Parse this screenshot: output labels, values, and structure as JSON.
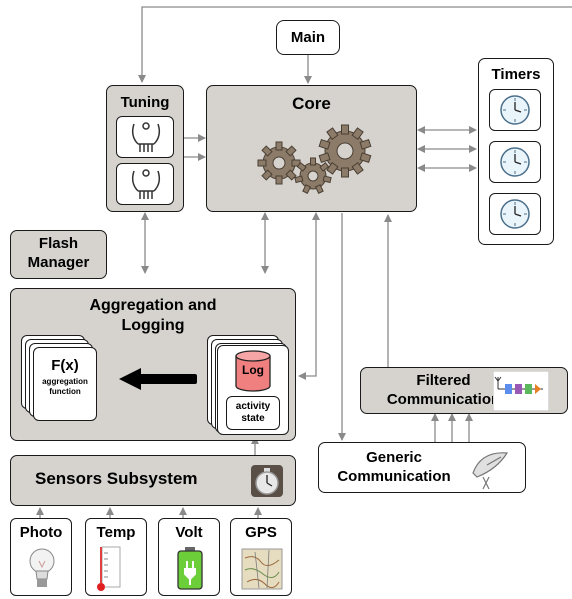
{
  "main": {
    "label": "Main"
  },
  "core": {
    "label": "Core"
  },
  "tuning": {
    "label": "Tuning"
  },
  "timers": {
    "label": "Timers"
  },
  "flash_manager": {
    "label_line1": "Flash",
    "label_line2": "Manager"
  },
  "aggregation": {
    "label_line1": "Aggregation and",
    "label_line2": "Logging",
    "fx_title": "F(x)",
    "fx_sub1": "aggregation",
    "fx_sub2": "function",
    "log_label": "Log",
    "state_line1": "activity",
    "state_line2": "state"
  },
  "sensors": {
    "label": "Sensors Subsystem"
  },
  "filtered": {
    "label_line1": "Filtered",
    "label_line2": "Communication"
  },
  "generic": {
    "label_line1": "Generic",
    "label_line2": "Communication"
  },
  "sensor_cards": [
    {
      "label": "Photo",
      "icon": "lightbulb-icon"
    },
    {
      "label": "Temp",
      "icon": "thermometer-icon"
    },
    {
      "label": "Volt",
      "icon": "battery-icon"
    },
    {
      "label": "GPS",
      "icon": "map-icon"
    }
  ],
  "colors": {
    "box_fill": "#d6d3cf",
    "arrow": "#8a8a8a",
    "log_cylinder": "#f08080"
  }
}
